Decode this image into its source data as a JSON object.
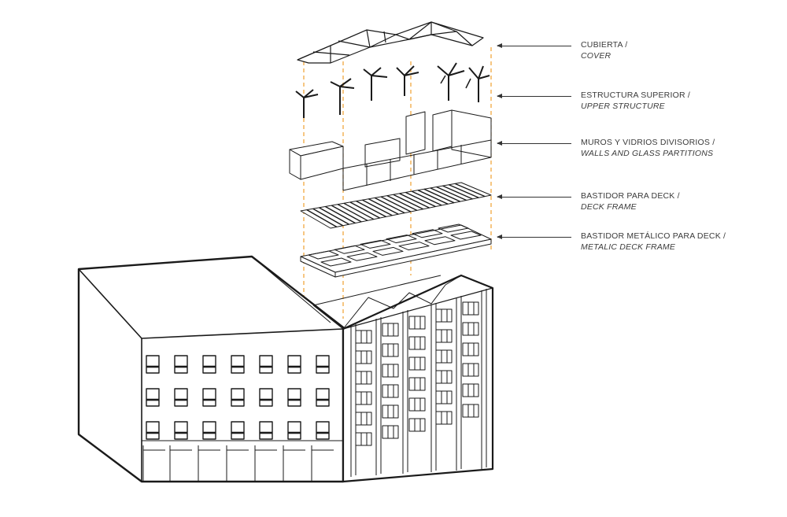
{
  "layers": [
    {
      "id": "cover",
      "label_es": "CUBIERTA  /",
      "label_en": "COVER"
    },
    {
      "id": "upper-structure",
      "label_es": "ESTRUCTURA SUPERIOR  /",
      "label_en": "UPPER STRUCTURE"
    },
    {
      "id": "walls",
      "label_es": "MUROS Y VIDRIOS DIVISORIOS  /",
      "label_en": "WALLS AND GLASS PARTITIONS"
    },
    {
      "id": "deck-frame",
      "label_es": "BASTIDOR PARA DECK  /",
      "label_en": "DECK FRAME"
    },
    {
      "id": "metalic-deck-frame",
      "label_es": "BASTIDOR METÁLICO PARA DECK  /",
      "label_en": "METALIC DECK FRAME"
    }
  ],
  "colors": {
    "line": "#1a1a1a",
    "guide": "#f0a030",
    "text": "#3a3a3a"
  }
}
